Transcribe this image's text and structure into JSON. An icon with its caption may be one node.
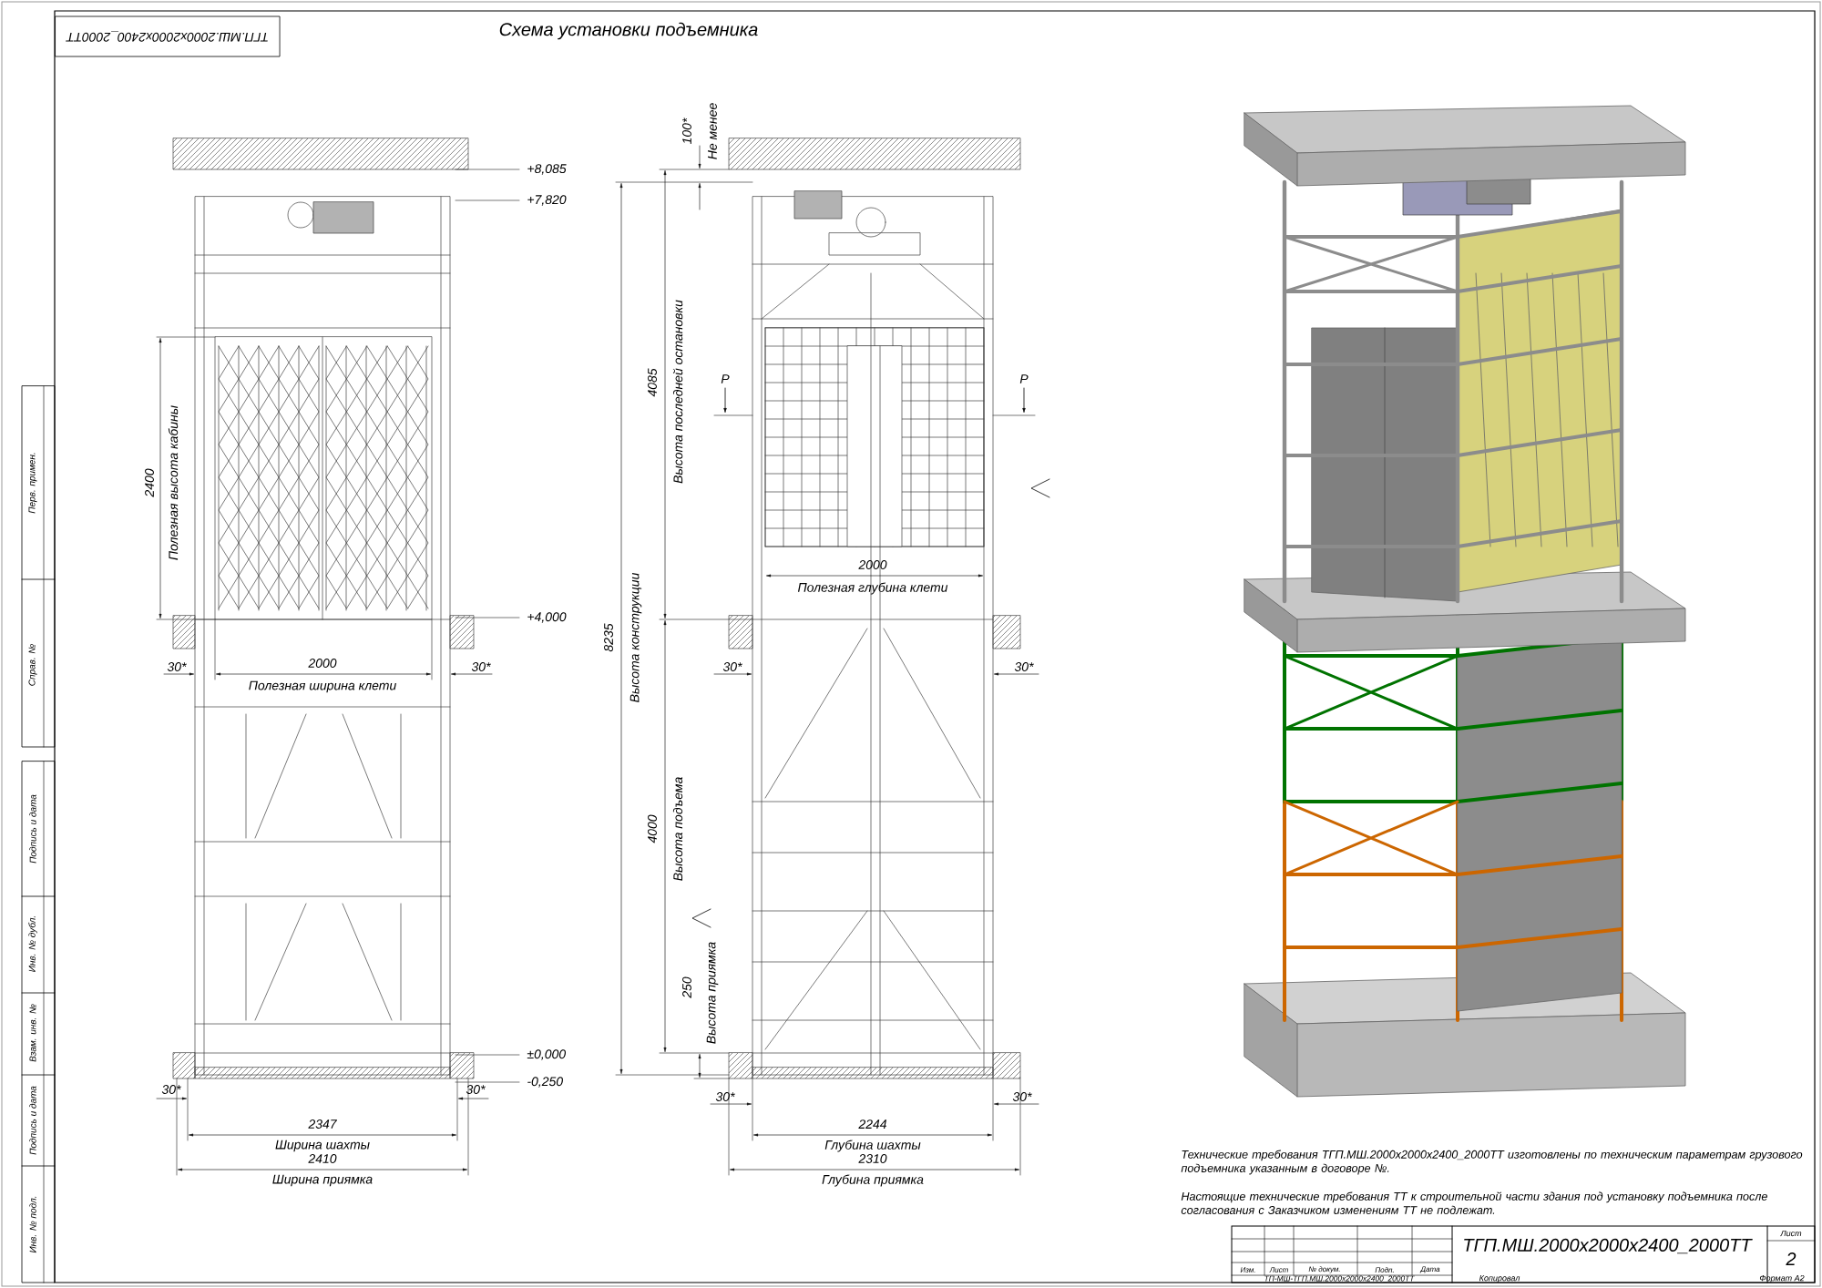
{
  "diagram": {
    "title": "Схема установки подъемника",
    "labels": [
      "ТГП.МШ.2000х2000х2400_2000ТТ",
      "+8,085",
      "+7,820",
      "2400",
      "Полезная высота кабины",
      "+4,000",
      "2000",
      "Полезная ширина клети",
      "30*",
      "30*",
      "±0,000",
      "-0,250",
      "30*",
      "30*",
      "2347",
      "Ширина шахты",
      "2410",
      "Ширина приямка",
      "100*",
      "Не менее",
      "8235",
      "Высота конструкции",
      "4085",
      "Высота последней остановки",
      "P",
      "P",
      "2000",
      "Полезная глубина клети",
      "30*",
      "30*",
      "4000",
      "Высота подъема",
      "250",
      "Высота приямка",
      "30*",
      "30*",
      "2244",
      "Глубина шахты",
      "2310",
      "Глубина приямка",
      "Технические требования ТГП.МШ.2000х2000х2400_2000ТТ изготовлены по техническим параметрам грузового подъемника указанным в договоре №.",
      "Настоящие технические требования ТТ к строительной части здания под установку подъемника после согласования с Заказчиком изменениям ТТ не подлежат.",
      "ТГП.МШ.2000х2000х2400_2000ТТ",
      "Лист",
      "2",
      "Изм.",
      "Лист",
      "№ докум.",
      "Подп.",
      "Дата",
      "ТП-МШ-ТГП.МШ.2000х2000х2400_2000ТТ",
      "Копировал",
      "Формат А2",
      "Перв. примен.",
      "Справ. №",
      "Подпись и дата",
      "Инв. № дубл.",
      "Взам. инв. №",
      "Подпись и дата",
      "Инв. № подл."
    ]
  }
}
